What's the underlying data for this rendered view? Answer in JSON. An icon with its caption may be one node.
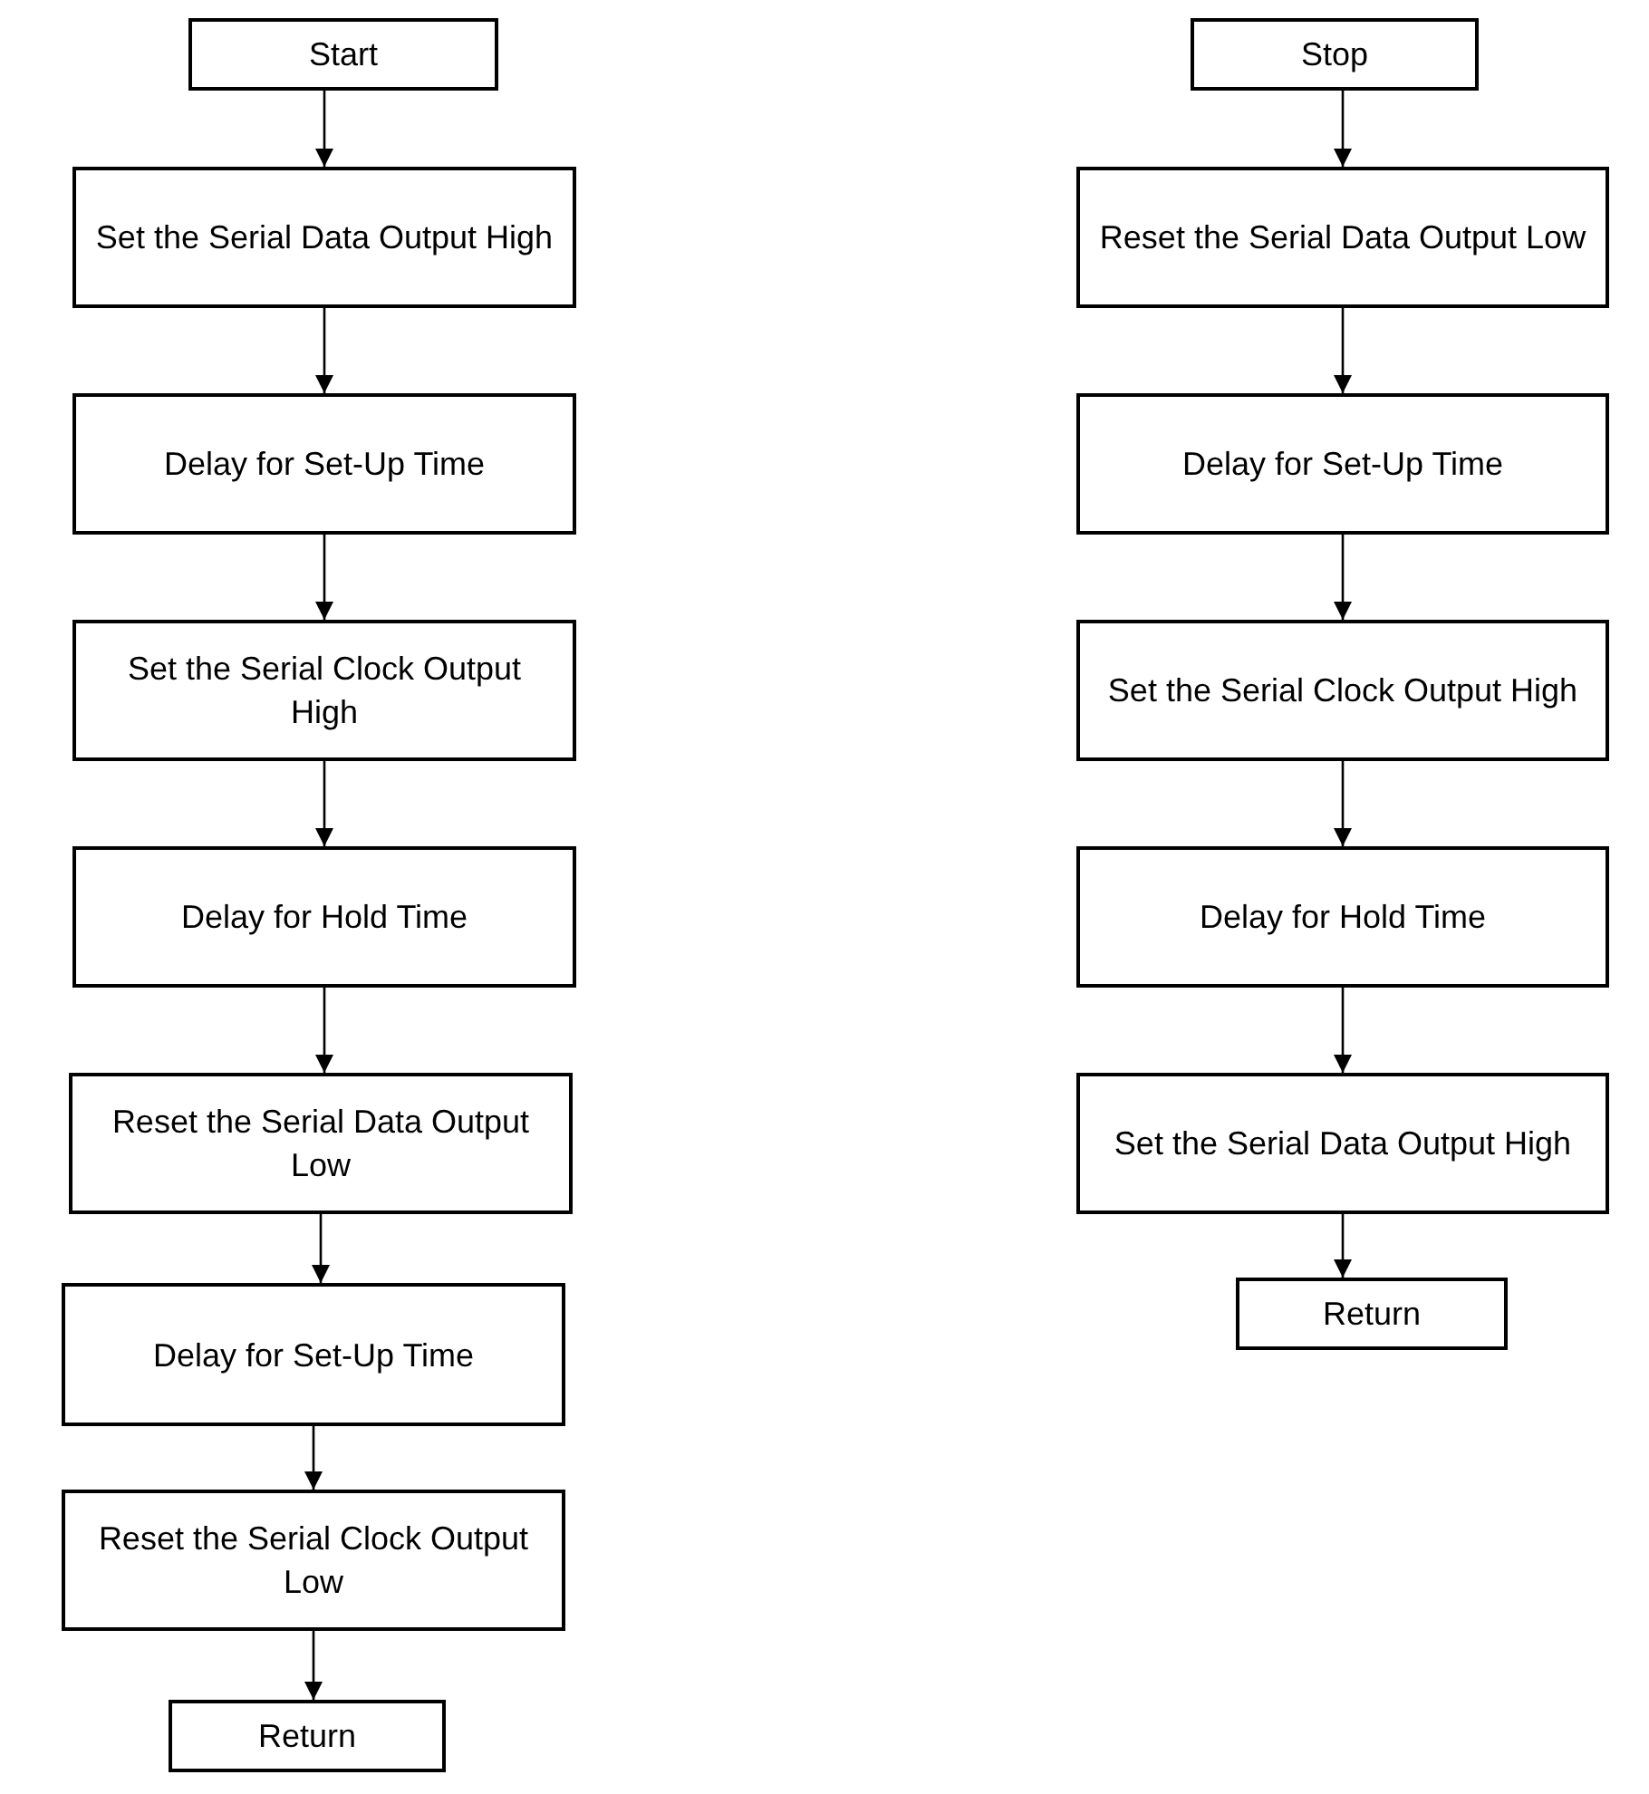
{
  "diagram": {
    "nodes": [
      {
        "text": [
          "Start"
        ]
      },
      {
        "text": [
          "Set the Serial Data Output High"
        ]
      },
      {
        "text": [
          "Delay for Set-Up Time"
        ]
      },
      {
        "text": [
          "Set the Serial Clock Output High"
        ]
      },
      {
        "text": [
          "Delay for Hold Time"
        ]
      },
      {
        "text": [
          "Reset the Serial Data Output Low"
        ]
      },
      {
        "text": [
          "Delay for Set-Up Time"
        ]
      },
      {
        "text": [
          "Reset the Serial Clock Output Low"
        ]
      },
      {
        "text": [
          "Return"
        ]
      },
      {
        "text": [
          "Stop"
        ]
      },
      {
        "text": [
          "Reset the Serial Data Output Low"
        ]
      },
      {
        "text": [
          "Delay for Set-Up Time"
        ]
      },
      {
        "text": [
          "Set the Serial Clock Output High"
        ]
      },
      {
        "text": [
          "Delay for Hold Time"
        ]
      },
      {
        "text": [
          "Set the Serial Data Output High"
        ]
      },
      {
        "text": [
          "Return"
        ]
      }
    ],
    "edges": [
      {
        "from": 0,
        "to": 1,
        "arrow": "to"
      },
      {
        "from": 1,
        "to": 2,
        "arrow": "to"
      },
      {
        "from": 2,
        "to": 3,
        "arrow": "to"
      },
      {
        "from": 3,
        "to": 4,
        "arrow": "to"
      },
      {
        "from": 4,
        "to": 5,
        "arrow": "to"
      },
      {
        "from": 5,
        "to": 6,
        "arrow": "to"
      },
      {
        "from": 6,
        "to": 7,
        "arrow": "to"
      },
      {
        "from": 7,
        "to": 8,
        "arrow": "to"
      },
      {
        "from": 9,
        "to": 10,
        "arrow": "to"
      },
      {
        "from": 10,
        "to": 11,
        "arrow": "to"
      },
      {
        "from": 11,
        "to": 12,
        "arrow": "to"
      },
      {
        "from": 12,
        "to": 13,
        "arrow": "to"
      },
      {
        "from": 13,
        "to": 14,
        "arrow": "to"
      },
      {
        "from": 14,
        "to": 15,
        "arrow": "to"
      }
    ]
  }
}
